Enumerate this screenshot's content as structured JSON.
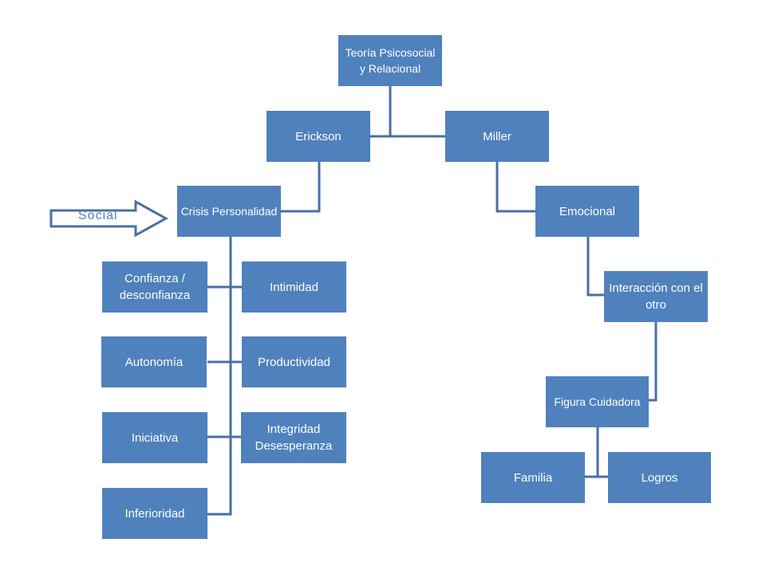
{
  "nodes": {
    "root": "Teoría Psicosocial y Relacional",
    "erickson": "Erickson",
    "miller": "Miller",
    "crisis": "Crisis Personalidad",
    "confianza": "Confianza / desconfianza",
    "intimidad": "Intimidad",
    "autonomia": "Autonomía",
    "productividad": "Productividad",
    "iniciativa": "Iniciativa",
    "integridad": "Integridad Desesperanza",
    "inferioridad": "Inferioridad",
    "emocional": "Emocional",
    "interaccion": "Interacción con el otro",
    "figura": "Figura Cuidadora",
    "familia": "Familia",
    "logros": "Logros"
  },
  "annotation": {
    "social": "Social"
  },
  "colors": {
    "box_fill": "#4f81bd",
    "connector": "#4a6fa5",
    "text": "#ffffff"
  }
}
